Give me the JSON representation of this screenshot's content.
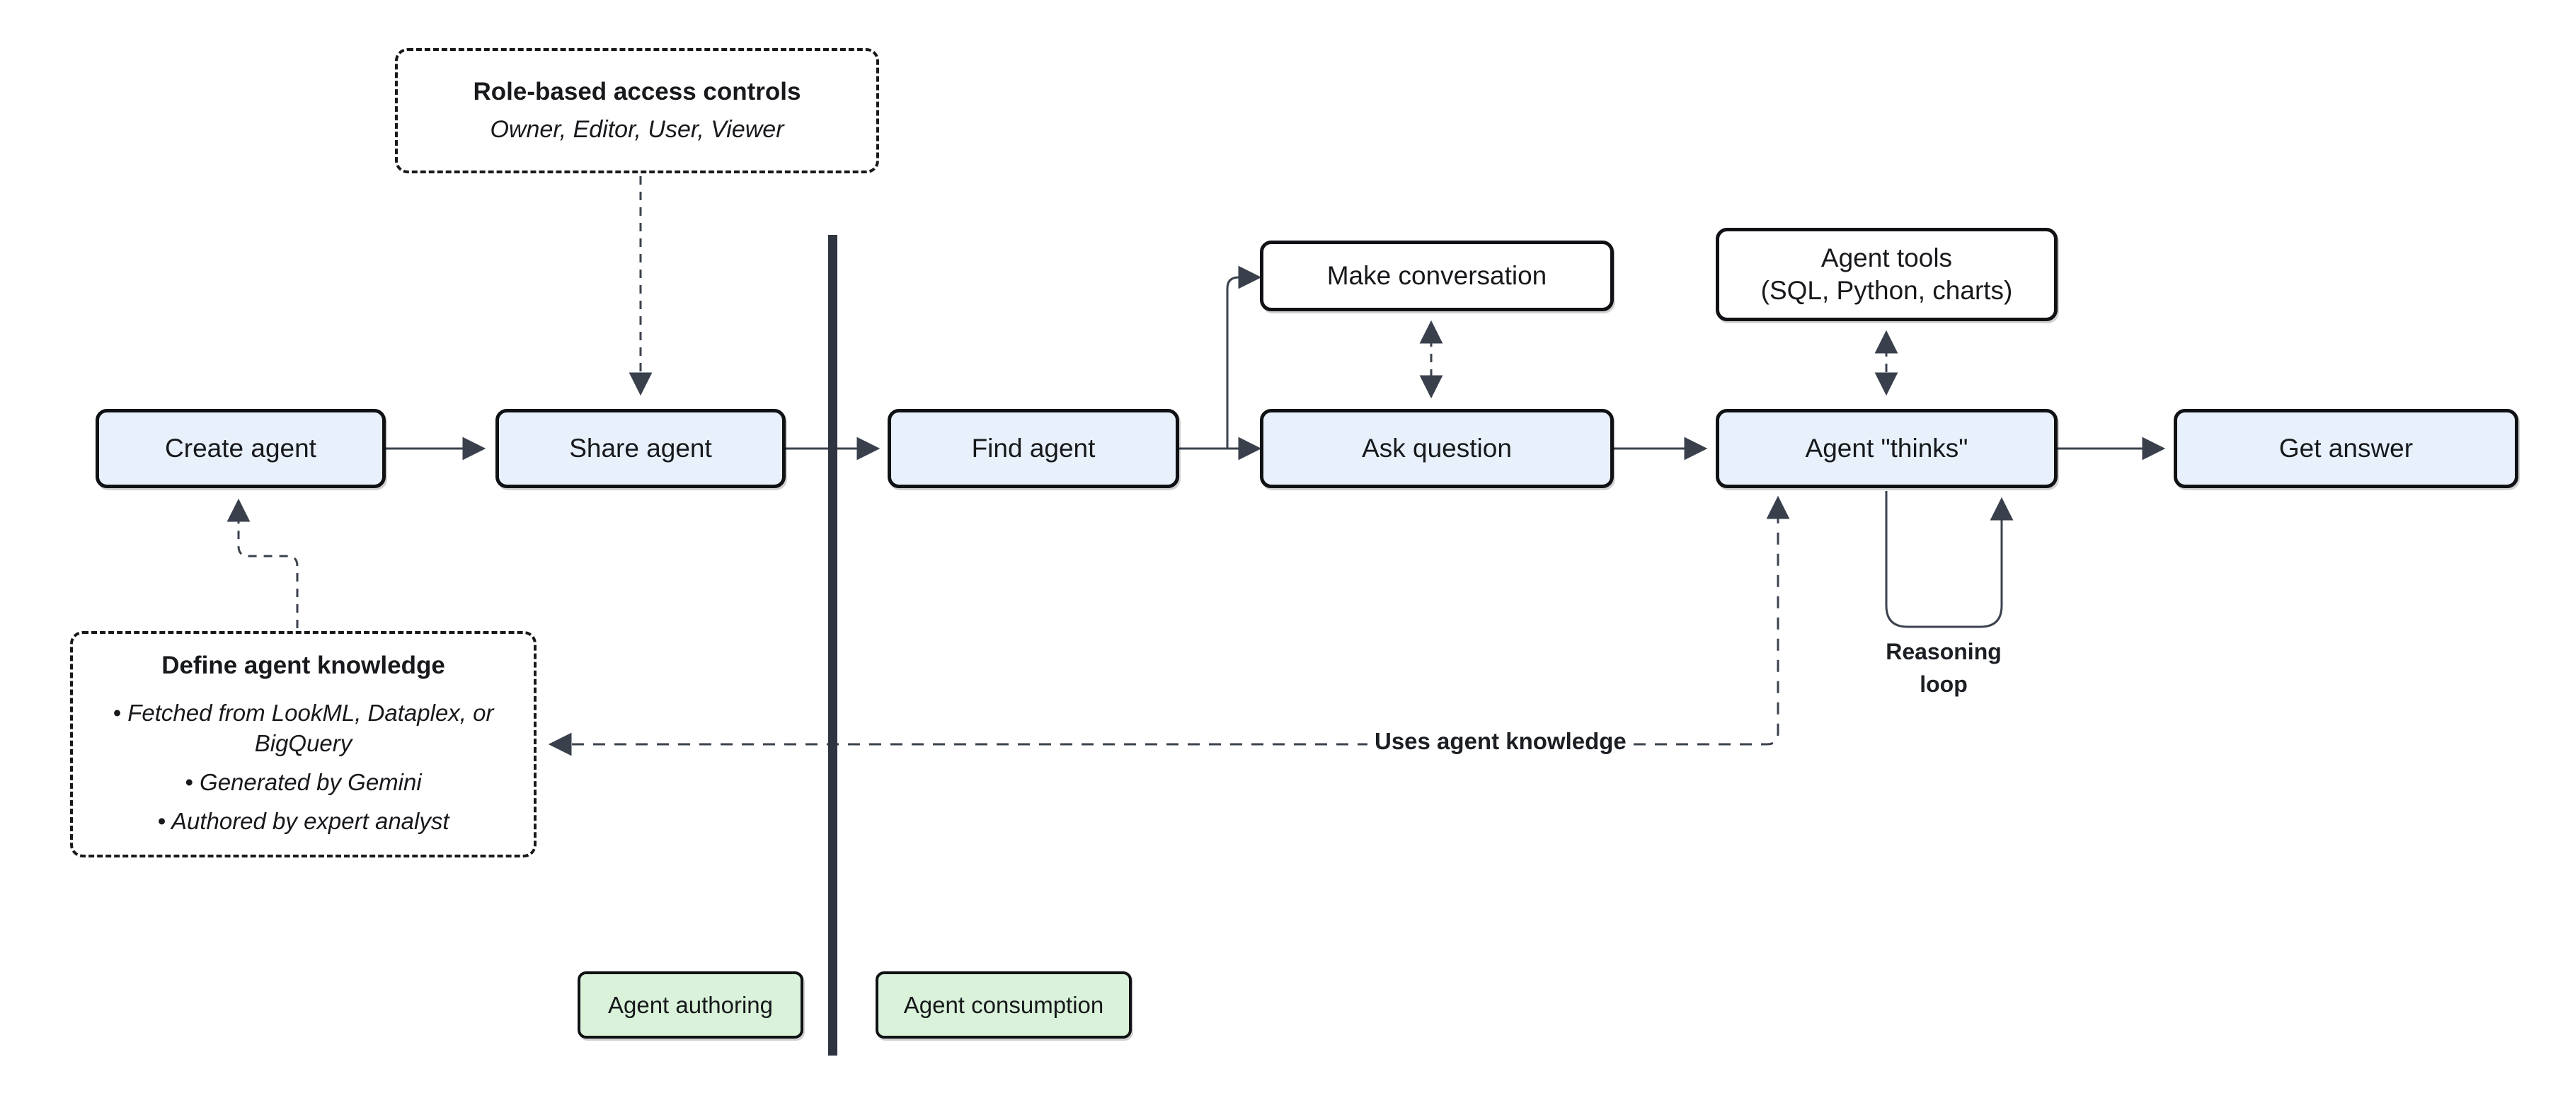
{
  "diagram": {
    "nodes": {
      "create_agent": "Create agent",
      "share_agent": "Share agent",
      "find_agent": "Find agent",
      "make_conversation": "Make conversation",
      "ask_question": "Ask question",
      "agent_tools_line1": "Agent tools",
      "agent_tools_line2": "(SQL, Python, charts)",
      "agent_thinks": "Agent \"thinks\"",
      "get_answer": "Get answer"
    },
    "notes": {
      "rbac_title": "Role-based access controls",
      "rbac_subtitle": "Owner, Editor, User, Viewer",
      "knowledge_title": "Define agent knowledge",
      "knowledge_bullets": [
        "Fetched from LookML, Dataplex, or BigQuery",
        "Generated by Gemini",
        "Authored by expert analyst"
      ]
    },
    "annotations": {
      "uses_knowledge": "Uses agent knowledge",
      "reasoning_loop": "Reasoning loop"
    },
    "lanes": {
      "authoring_label": "Agent authoring",
      "consumption_label": "Agent consumption"
    },
    "colors": {
      "node_fill": "#e8f0fb",
      "white_node_fill": "#ffffff",
      "lane_fill": "#d9f2d9",
      "node_border": "#101114",
      "wire": "#3b424e",
      "divider": "#2e3440"
    }
  }
}
